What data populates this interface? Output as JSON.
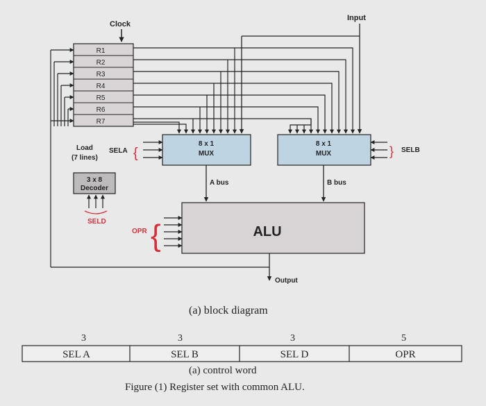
{
  "diagram": {
    "clock_label": "Clock",
    "input_label": "Input",
    "registers": [
      "R1",
      "R2",
      "R3",
      "R4",
      "R5",
      "R6",
      "R7"
    ],
    "load_label_line1": "Load",
    "load_label_line2": "(7 lines)",
    "sela_label": "SELA",
    "selb_label": "SELB",
    "seld_label": "SELD",
    "opr_label": "OPR",
    "mux_a": {
      "line1": "8 x 1",
      "line2": "MUX"
    },
    "mux_b": {
      "line1": "8 x 1",
      "line2": "MUX"
    },
    "decoder": {
      "line1": "3 x 8",
      "line2": "Decoder"
    },
    "a_bus_label": "A bus",
    "b_bus_label": "B bus",
    "alu_label": "ALU",
    "output_label": "Output",
    "caption_a": "(a) block diagram"
  },
  "control_word": {
    "bits": [
      "3",
      "3",
      "3",
      "5"
    ],
    "fields": [
      "SEL A",
      "SEL B",
      "SEL D",
      "OPR"
    ],
    "caption": "(a) control word"
  },
  "figure_caption": "Figure (1) Register set with common ALU."
}
